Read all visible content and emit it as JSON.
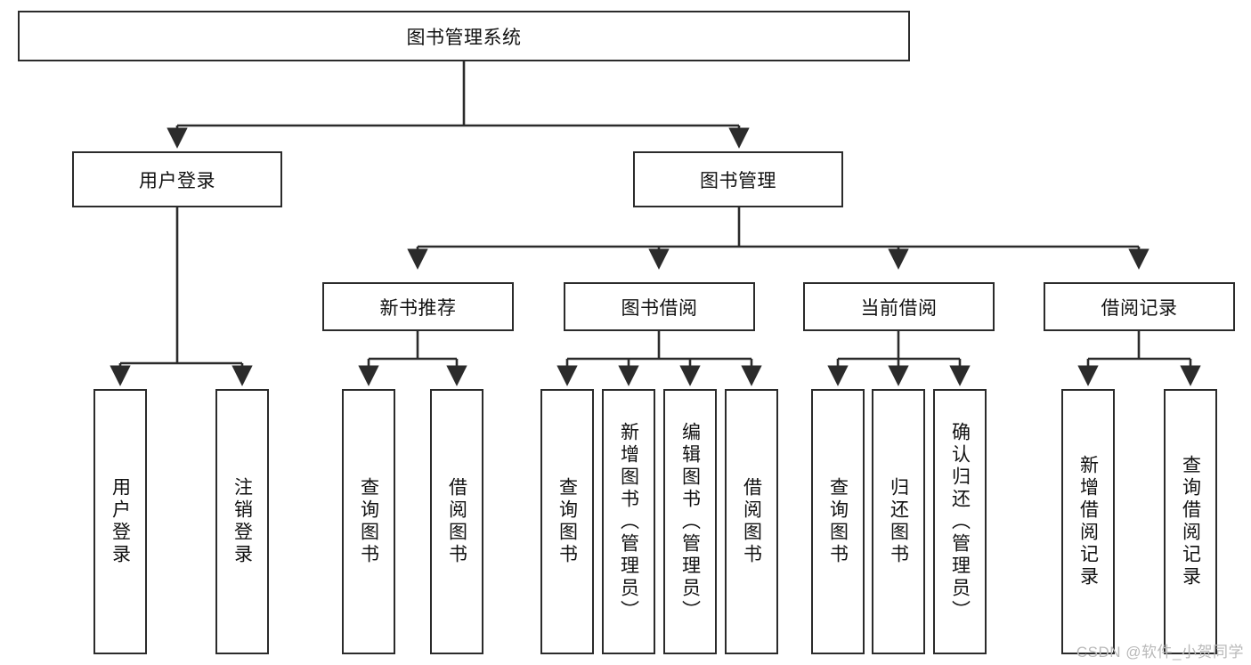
{
  "diagram": {
    "title": "图书管理系统",
    "type": "tree",
    "watermark": "CSDN @软件_小贺同学",
    "colors": {
      "box_border": "#2b2b2b",
      "box_fill": "#ffffff",
      "connector": "#2b2b2b",
      "text": "#111111",
      "watermark": "#b9b9b9",
      "background": "#ffffff"
    },
    "root": {
      "label": "图书管理系统"
    },
    "level2": [
      {
        "id": "user-login",
        "label": "用户登录"
      },
      {
        "id": "book-management",
        "label": "图书管理"
      }
    ],
    "level3": [
      {
        "id": "new-book-recommend",
        "label": "新书推荐",
        "parent": "book-management"
      },
      {
        "id": "book-borrow",
        "label": "图书借阅",
        "parent": "book-management"
      },
      {
        "id": "current-borrow",
        "label": "当前借阅",
        "parent": "book-management"
      },
      {
        "id": "borrow-record",
        "label": "借阅记录",
        "parent": "book-management"
      }
    ],
    "leaves": [
      {
        "id": "leaf-user-login",
        "label": "用户登录",
        "parent": "user-login"
      },
      {
        "id": "leaf-logout",
        "label": "注销登录",
        "parent": "user-login"
      },
      {
        "id": "leaf-query-book-1",
        "label": "查询图书",
        "parent": "new-book-recommend"
      },
      {
        "id": "leaf-borrow-book-1",
        "label": "借阅图书",
        "parent": "new-book-recommend"
      },
      {
        "id": "leaf-query-book-2",
        "label": "查询图书",
        "parent": "book-borrow"
      },
      {
        "id": "leaf-add-book",
        "label": "新增图书（管理员）",
        "parent": "book-borrow"
      },
      {
        "id": "leaf-edit-book",
        "label": "编辑图书（管理员）",
        "parent": "book-borrow"
      },
      {
        "id": "leaf-borrow-book-2",
        "label": "借阅图书",
        "parent": "book-borrow"
      },
      {
        "id": "leaf-query-book-3",
        "label": "查询图书",
        "parent": "current-borrow"
      },
      {
        "id": "leaf-return-book",
        "label": "归还图书",
        "parent": "current-borrow"
      },
      {
        "id": "leaf-confirm-return",
        "label": "确认归还（管理员）",
        "parent": "current-borrow"
      },
      {
        "id": "leaf-add-record",
        "label": "新增借阅记录",
        "parent": "borrow-record"
      },
      {
        "id": "leaf-query-record",
        "label": "查询借阅记录",
        "parent": "borrow-record"
      }
    ]
  }
}
